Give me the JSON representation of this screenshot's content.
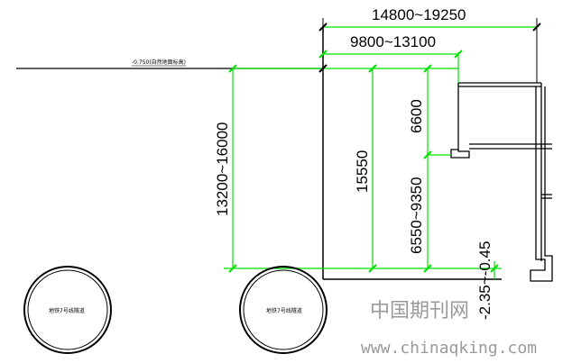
{
  "dimensions": {
    "top_overall": "14800~19250",
    "top_inner": "9800~13100",
    "left_vertical": "13200~16000",
    "middle_vertical": "15550",
    "upper_right_vertical": "6600",
    "lower_right_vertical": "6550~9350",
    "far_right_vertical": "-2.35~-0.45"
  },
  "labels": {
    "ground_level": "-0.750(自然地面标高)",
    "tunnel_left": "地铁7号线隧道",
    "tunnel_right": "地铁7号线隧道"
  },
  "watermark": {
    "chinese": "中国期刊网",
    "url": "www.chinaqking.com"
  },
  "colors": {
    "dimension_lines": "#00e000",
    "linework": "#000000",
    "watermark": "#9a9a9a"
  }
}
